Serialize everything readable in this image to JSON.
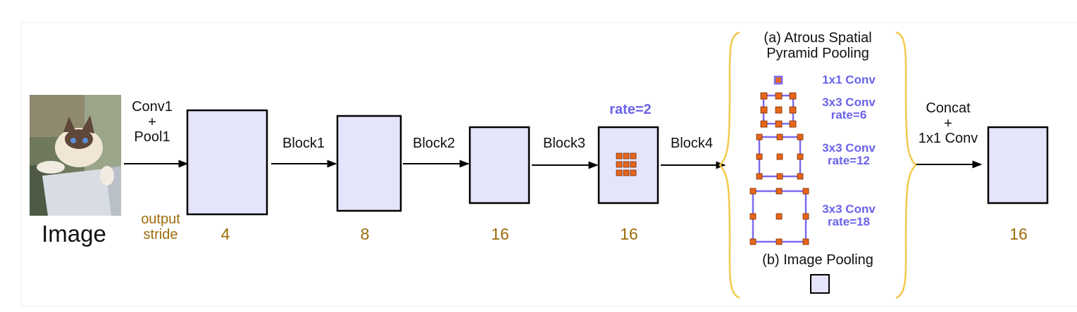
{
  "operations": {
    "conv1_pool1": [
      "Conv1",
      "+",
      "Pool1"
    ],
    "block1": "Block1",
    "block2": "Block2",
    "block3": "Block3",
    "block4": "Block4",
    "concat": [
      "Concat",
      "+",
      "1x1 Conv"
    ]
  },
  "image_label": "Image",
  "output_stride_label": [
    "output",
    "stride"
  ],
  "strides": [
    "4",
    "8",
    "16",
    "16",
    "16"
  ],
  "rate_label": "rate=2",
  "aspp": {
    "title": [
      "(a) Atrous Spatial",
      "Pyramid Pooling"
    ],
    "branches": [
      {
        "lines": [
          "1x1 Conv"
        ]
      },
      {
        "lines": [
          "3x3 Conv",
          "rate=6"
        ]
      },
      {
        "lines": [
          "3x3 Conv",
          "rate=12"
        ]
      },
      {
        "lines": [
          "3x3 Conv",
          "rate=18"
        ]
      }
    ],
    "image_pooling": "(b) Image Pooling"
  },
  "colors": {
    "feature_fill": "#e4e4fa",
    "kernel_orange": "#e8661a",
    "kernel_blue": "#7b6cf0",
    "stride_gold": "#9c6c0a",
    "brace_yellow": "#f2c94c"
  }
}
